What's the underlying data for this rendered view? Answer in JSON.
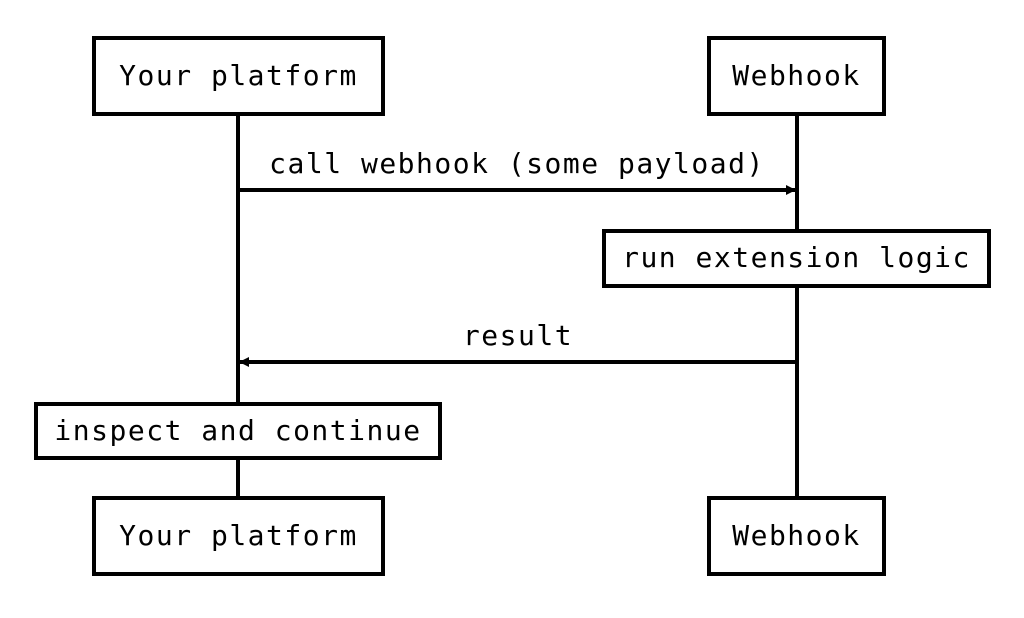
{
  "participants": {
    "left": {
      "top_label": "Your platform",
      "bottom_label": "Your platform"
    },
    "right": {
      "top_label": "Webhook",
      "bottom_label": "Webhook"
    }
  },
  "messages": [
    {
      "label": "call webhook (some payload)",
      "from": "left",
      "to": "right"
    },
    {
      "label": "result",
      "from": "right",
      "to": "left"
    }
  ],
  "activities": [
    {
      "label": "run extension logic",
      "on": "right"
    },
    {
      "label": "inspect and continue",
      "on": "left"
    }
  ],
  "colors": {
    "line": "#000000",
    "box_fill": "#ffffff",
    "background": "#ffffff"
  }
}
